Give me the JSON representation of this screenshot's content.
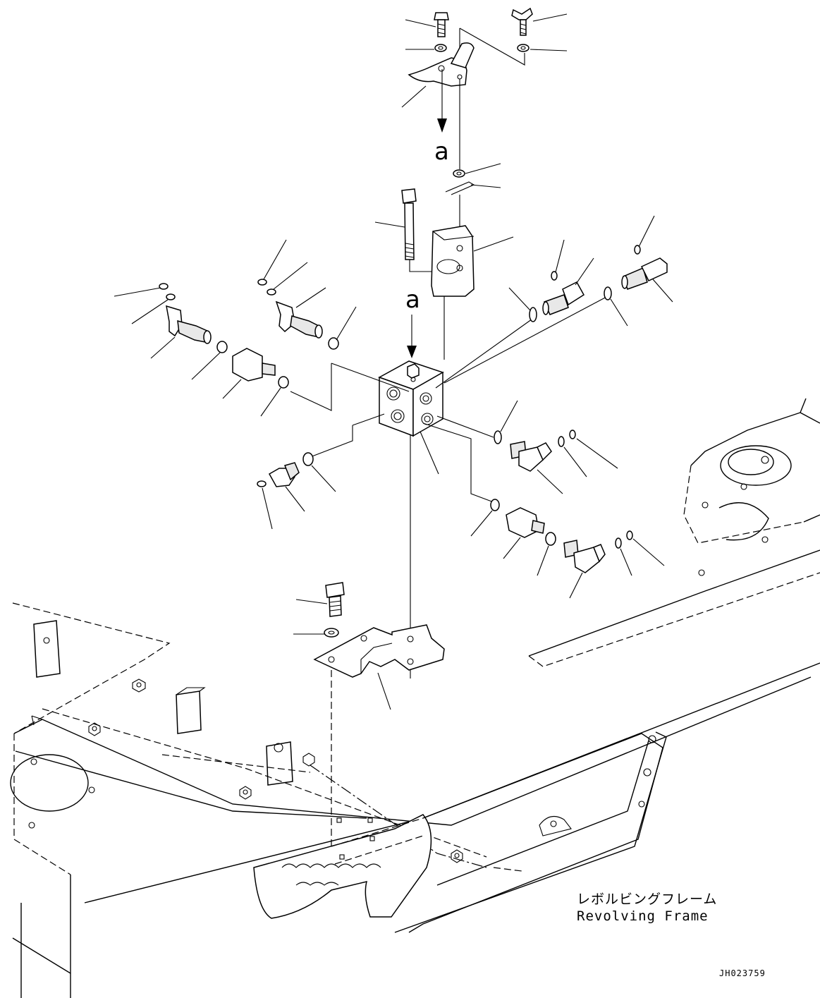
{
  "view_letters": {
    "top": "a",
    "block": "a"
  },
  "frame_label": {
    "japanese": "レボルビングフレーム",
    "english": "Revolving Frame"
  },
  "drawing_number": "JH023759"
}
